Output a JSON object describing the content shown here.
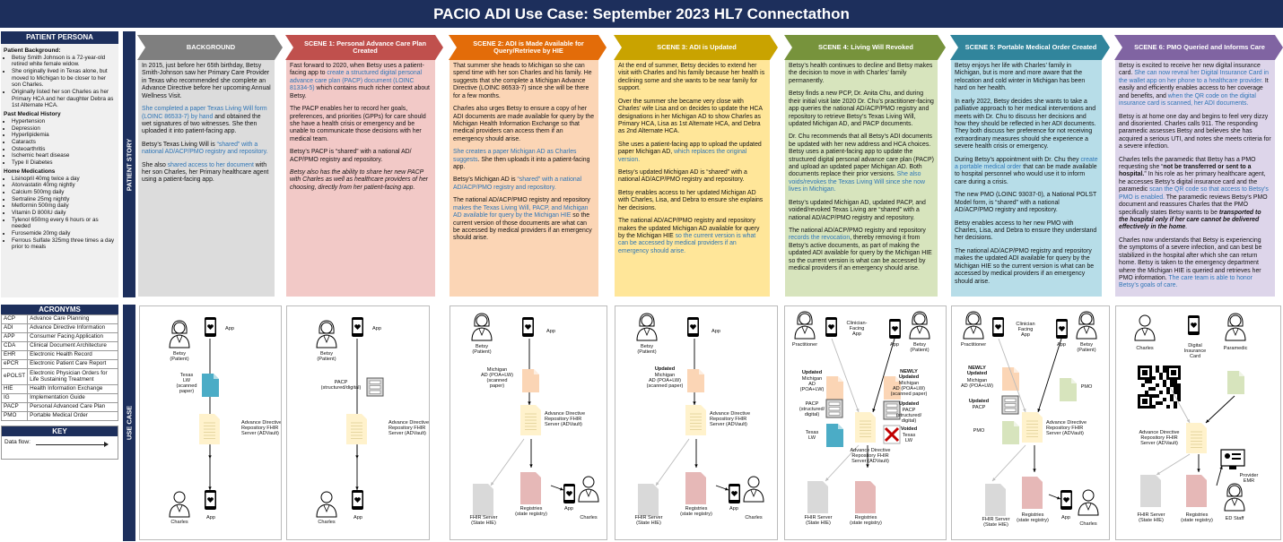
{
  "title": "PACIO ADI Use Case: September 2023 HL7 Connectathon",
  "persona": {
    "heading": "PATIENT PERSONA",
    "background_title": "Patient Background:",
    "background": [
      "Betsy Smith Johnson is a 72-year-old retired white female widow.",
      "She originally lived in Texas alone, but moved to Michigan to be closer to her son Charles.",
      "Originally listed her son Charles as her Primary HCA and her daughter Debra as 1st Alternate HCA."
    ],
    "pmh_title": "Past Medical History",
    "pmh": [
      "Hypertension",
      "Depression",
      "Hyperlipidemia",
      "Cataracts",
      "Osteoarthritis",
      "Ischemic heart disease",
      "Type II Diabetes"
    ],
    "meds_title": "Home Medications",
    "meds": [
      "Lisinopril 40mg twice a day",
      "Atorvastatin 40mg nightly",
      "Calcium 500mg daily",
      "Sertraline 25mg nightly",
      "Metformin 500mg daily",
      "Vitamin D 800IU daily",
      "Tylenol 650mg every 6 hours or as needed",
      "Furosemide 20mg daily",
      "Ferrous Sulfate 325mg three times a day prior to meals"
    ]
  },
  "acronyms": {
    "heading": "ACRONYMS",
    "rows": [
      [
        "ACP",
        "Advance Care Planning"
      ],
      [
        "ADI",
        "Advance Directive Information"
      ],
      [
        "APP",
        "Consumer Facing Application"
      ],
      [
        "CDA",
        "Clinical Document Architecture"
      ],
      [
        "EHR",
        "Electronic Health Record"
      ],
      [
        "ePCR",
        "Electronic Patient Care Report"
      ],
      [
        "ePOLST",
        "Electronic Physician Orders for Life Sustaining Treatment"
      ],
      [
        "HIE",
        "Health Information Exchange"
      ],
      [
        "IG",
        "Implementation Guide"
      ],
      [
        "PACP",
        "Personal Advanced Care Plan"
      ],
      [
        "PMO",
        "Portable Medical Order"
      ]
    ]
  },
  "key": {
    "heading": "KEY",
    "data_flow": "Data flow:"
  },
  "side_labels": {
    "story": "PATIENT STORY",
    "use_case": "USE CASE"
  },
  "scenes": [
    {
      "header": "BACKGROUND",
      "header_color": "#7f7f7f",
      "bg": "#dcdcdc",
      "paragraphs": [
        [
          {
            "t": "In 2015, just before her 65th birthday, Betsy Smith-Johnson saw her Primary Care Provider in Texas who recommended she complete an Advance Directive before her upcoming Annual Wellness Visit."
          }
        ],
        [
          {
            "t": "She completed a paper Texas Living Will form (LOINC 86533-7) by hand",
            "b": 1
          },
          {
            "t": " and obtained the wet signatures of two witnesses.  She then uploaded it into patient-facing app."
          }
        ],
        [
          {
            "t": "Betsy’s Texas Living Will is "
          },
          {
            "t": "“shared” with a national AD/ACP/PMO registry and repository.",
            "b": 1
          }
        ],
        [
          {
            "t": "She also "
          },
          {
            "t": "shared access to her document",
            "b": 1
          },
          {
            "t": " with her son Charles, her Primary healthcare agent using a patient-facing app."
          }
        ]
      ]
    },
    {
      "header": "SCENE 1: Personal Advance Care Plan Created",
      "header_color": "#c0504d",
      "bg": "#f2c9c7",
      "paragraphs": [
        [
          {
            "t": "Fast forward to 2020, when Betsy uses a patient-facing app to "
          },
          {
            "t": "create a structured digital personal advance care plan (PACP) document (LOINC 81334-5)",
            "b": 1
          },
          {
            "t": " which contains much richer context about Betsy."
          }
        ],
        [
          {
            "t": "The PACP enables her to record her goals, preferences, and priorities (GPPs) for care should she have a health crisis or emergency and be unable to communicate those decisions with her medical team."
          }
        ],
        [
          {
            "t": "Betsy’s PACP is “shared” with a national AD/ ACP/PMO registry and repository."
          }
        ],
        [
          {
            "t": "Betsy also has the ability to share her new PACP with Charles as well as healthcare providers of her choosing, directly from her patient-facing app.",
            "i": 1
          }
        ]
      ]
    },
    {
      "header": "SCENE 2: ADI is Made Available for Query/Retrieve by HIE",
      "header_color": "#e36c09",
      "bg": "#fbd5b5",
      "paragraphs": [
        [
          {
            "t": "That summer she heads to Michigan so she can spend time with her son Charles and his family. He suggests that she complete a Michigan Advance Directive (LOINC 86533-7) since she will be there for a few months."
          }
        ],
        [
          {
            "t": "Charles also urges Betsy to ensure a copy of her ADI documents are made available for query by the Michigan Health Information Exchange so that medical providers can access them if an emergency should arise."
          }
        ],
        [
          {
            "t": "She creates a paper Michigan AD as Charles suggests",
            "b": 1
          },
          {
            "t": ".  She then uploads it into a patient-facing app."
          }
        ],
        [
          {
            "t": "Betsy’s Michigan AD is "
          },
          {
            "t": "“shared” with a national AD/ACP/PMO registry and repository.",
            "b": 1
          }
        ],
        [
          {
            "t": "The national AD/ACP/PMO registry and repository "
          },
          {
            "t": "makes the Texas Living Will, PACP, and Michigan AD available for query by the Michigan HIE",
            "b": 1
          },
          {
            "t": " so the current version of those documents are what can be accessed by medical providers if an emergency should arise."
          }
        ]
      ]
    },
    {
      "header": "SCENE 3: ADI is Updated",
      "header_color": "#c9a300",
      "bg": "#ffe699",
      "paragraphs": [
        [
          {
            "t": "At the end of summer, Betsy decides to extend her visit with Charles and his family because her health is declining some and she wants to be near family for support."
          }
        ],
        [
          {
            "t": "Over the summer she became very close with Charles’ wife Lisa and on decides to update the HCA designations in her Michigan AD to show Charles as Primary HCA, Lisa as 1st Alternate HCA, and Debra as 2nd Alternate HCA."
          }
        ],
        [
          {
            "t": "She uses a patient-facing app to upload the updated paper Michigan AD, "
          },
          {
            "t": "which replaces the original version.",
            "b": 1
          }
        ],
        [
          {
            "t": "Betsy’s updated Michigan AD is “shared” with a national AD/ACP/PMO registry and repository."
          }
        ],
        [
          {
            "t": "Betsy enables access to her updated Michigan AD with Charles, Lisa, and Debra to ensure she explains her decisions."
          }
        ],
        [
          {
            "t": "The national AD/ACP/PMO registry and repository makes the updated Michigan AD available for query by the Michigan HIE "
          },
          {
            "t": "so the current version is what can be accessed by medical providers if an emergency should arise.",
            "b": 1
          }
        ]
      ]
    },
    {
      "header": "SCENE 4: Living Will Revoked",
      "header_color": "#77933c",
      "bg": "#d7e4bd",
      "paragraphs": [
        [
          {
            "t": "Betsy’s health continues to decline and Betsy makes the decision to move in with Charles’ family permanently."
          }
        ],
        [
          {
            "t": "Betsy finds a new PCP, Dr. Anita Chu, and during their initial visit late 2020 Dr. Chu’s practitioner-facing app queries the national AD/ACP/PMO registry and repository to retrieve Betsy’s Texas Living Will, updated Michigan AD, and PACP documents."
          }
        ],
        [
          {
            "t": "Dr. Chu recommends that all Betsy’s ADI documents be updated with her new address and HCA choices. Betsy uses a patient-facing app to update the structured digital personal advance care plan (PACP) and upload an updated paper Michigan AD. Both documents replace their prior versions.  "
          },
          {
            "t": "She also voids/revokes the Texas Living Will since she now lives in Michigan.",
            "b": 1
          }
        ],
        [
          {
            "t": "Betsy’s updated Michigan AD, updated PACP, and voided/revoked Texas Living are “shared” with a national AD/ACP/PMO registry and repository."
          }
        ],
        [
          {
            "t": "The national AD/ACP/PMO registry and repository "
          },
          {
            "t": "records the revocation",
            "b": 1
          },
          {
            "t": ", thereby removing it from Betsy’s active documents, as part of making the updated ADI available for query by the Michigan HIE so the current version is what can be accessed by medical providers if an emergency should arise."
          }
        ]
      ]
    },
    {
      "header": "SCENE 5: Portable Medical Order Created",
      "header_color": "#31859c",
      "bg": "#b7dde8",
      "paragraphs": [
        [
          {
            "t": "Betsy enjoys her life with Charles’ family in Michigan, but is more and more aware that the relocation and cold winter in Michigan has been hard on her health."
          }
        ],
        [
          {
            "t": "In early 2022, Betsy decides she wants to take a palliative approach to her medical interventions and meets with Dr. Chu to discuss her decisions and how they should be reflected in her ADI documents.  They both discuss her preference for not receiving extraordinary measures should she experience a severe health crisis or emergency."
          }
        ],
        [
          {
            "t": "During Betsy’s appointment with Dr. Chu they "
          },
          {
            "t": "create a portable medical order",
            "b": 1
          },
          {
            "t": " that can be made available to hospital personnel who would use it to inform care during a crisis."
          }
        ],
        [
          {
            "t": "The new PMO (LOINC 93037-0), a National POLST Model form, is “shared” with a national AD/ACP/PMO registry and repository."
          }
        ],
        [
          {
            "t": "Betsy enables access to her new PMO with Charles, Lisa, and Debra to ensure they understand her decisions."
          }
        ],
        [
          {
            "t": "The national AD/ACP/PMO registry and repository makes the updated ADI available for query by the Michigan HIE so the current version is what can be accessed by medical providers if an emergency should arise."
          }
        ]
      ]
    },
    {
      "header": "SCENE 6: PMO Queried and Informs Care",
      "header_color": "#8064a2",
      "bg": "#ddd5ea",
      "paragraphs": [
        [
          {
            "t": "Betsy is excited to receive her new digital insurance card. "
          },
          {
            "t": "She can now reveal her Digital Insurance Card in the wallet app on her phone to a healthcare provider.",
            "b": 1
          },
          {
            "t": " It easily and efficiently enables access to her coverage and benefits, and "
          },
          {
            "t": "when the QR code on the digital insurance card is scanned, her ADI documents.",
            "b": 1
          }
        ],
        [
          {
            "t": "Betsy is at home one day and begins to feel very dizzy and disoriented.  Charles calls 911.  The responding paramedic assesses Betsy and believes she has acquired a serious UTI, and notes she meets criteria for a severe infection."
          }
        ],
        [
          {
            "t": "Charles tells the paramedic that Betsy has a PMO requesting she “"
          },
          {
            "t": "not be transferred or sent to a hospital.",
            "s": 1
          },
          {
            "t": "” In his role as her primary healthcare agent, he accesses Betsy’s digital insurance card and the paramedic "
          },
          {
            "t": "scan the QR code so that access to Betsy’s PMO is enabled.",
            "b": 1
          },
          {
            "t": " The paramedic reviews Betsy’s PMO document and reassures Charles that the PMO specifically states Betsy wants to be "
          },
          {
            "t": "transported to the hospital only if her care cannot be delivered effectively in the home",
            "s": 1,
            "i": 1
          },
          {
            "t": "."
          }
        ],
        [
          {
            "t": "Charles now understands that Betsy is experiencing the symptoms of a severe infection, and can best be stabilized in the hospital after which she can return home. Betsy is taken to the emergency department where the Michigan HIE is queried and retrieves her PMO information. "
          },
          {
            "t": "The care team is able to honor Betsy’s goals of care.",
            "b": 1
          }
        ]
      ]
    }
  ],
  "diagram_labels": {
    "app": "App",
    "betsy": "Betsy\n(Patient)",
    "charles": "Charles",
    "repo": "Advance Directive\nRepository FHIR\nServer (ADVault)",
    "fhir": "FHIR Server\n(State HIE)",
    "registries": "Registries\n(state registry)",
    "s0_doc": "Texas\nLW\n(scanned\npaper)",
    "s1_doc": "PACP\n(structured/digital)",
    "s2_doc": "Michigan\nAD (POA+LW)\n(scanned\npaper)",
    "s3_doc_bold": "Updated",
    "s3_doc": "Michigan\nAD (POA+LW)\n(scanned paper)",
    "practitioner": "Practitioner",
    "clinician_app": "Clinician-\nFacing\nApp",
    "s4_l1_bold": "Updated",
    "s4_l1": "Michigan\nAD\n(POA+LW)",
    "s4_l2": "PACP\n(structured/\ndigital)",
    "s4_l3": "Texas\nLW",
    "s4_r1_bold": "NEWLY\nUpdated",
    "s4_r1": "Michigan\nAD (POA+LW)\n(scanned paper)",
    "s4_r2_bold": "Updated",
    "s4_r2": "PACP\n(structured/\ndigital)",
    "s4_r3_bold": "Voided",
    "s4_r3": "Texas\nLW",
    "clinician_facing_app": "Clinician\nFacing\nApp",
    "s5_l1_bold": "NEWLY\nUpdated",
    "s5_l1": "Michigan\nAD (POA+LW)",
    "s5_l2_bold": "Updated",
    "s5_l2": "PACP",
    "pmo": "PMO",
    "digital_card": "Digital\nInsurance\nCard",
    "paramedic": "Paramedic",
    "provider_emr": "Provider\nEMR",
    "ed_staff": "ED Staff"
  }
}
